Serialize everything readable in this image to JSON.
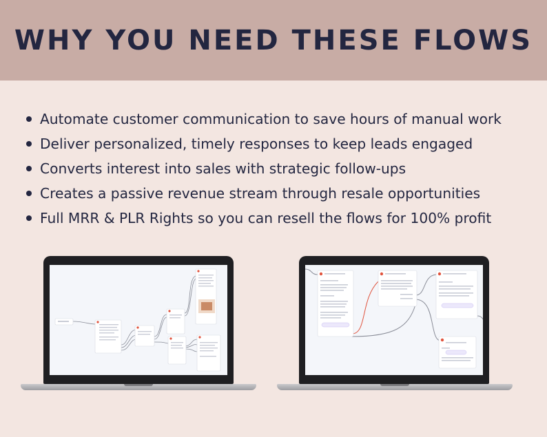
{
  "header": {
    "title": "WHY YOU NEED THESE FLOWS"
  },
  "bullets": [
    "Automate customer communication to save hours of manual work",
    "Deliver personalized, timely responses to keep leads engaged",
    "Converts interest into sales with strategic follow-ups",
    "Creates a passive revenue stream through resale opportunities",
    "Full MRR & PLR Rights so you can resell the flows for 100% profit"
  ],
  "colors": {
    "header_bg": "#c8aca5",
    "page_bg": "#f3e6e1",
    "text": "#232640",
    "flow_accent": "#e0533d",
    "flow_line": "#8a8d98"
  }
}
